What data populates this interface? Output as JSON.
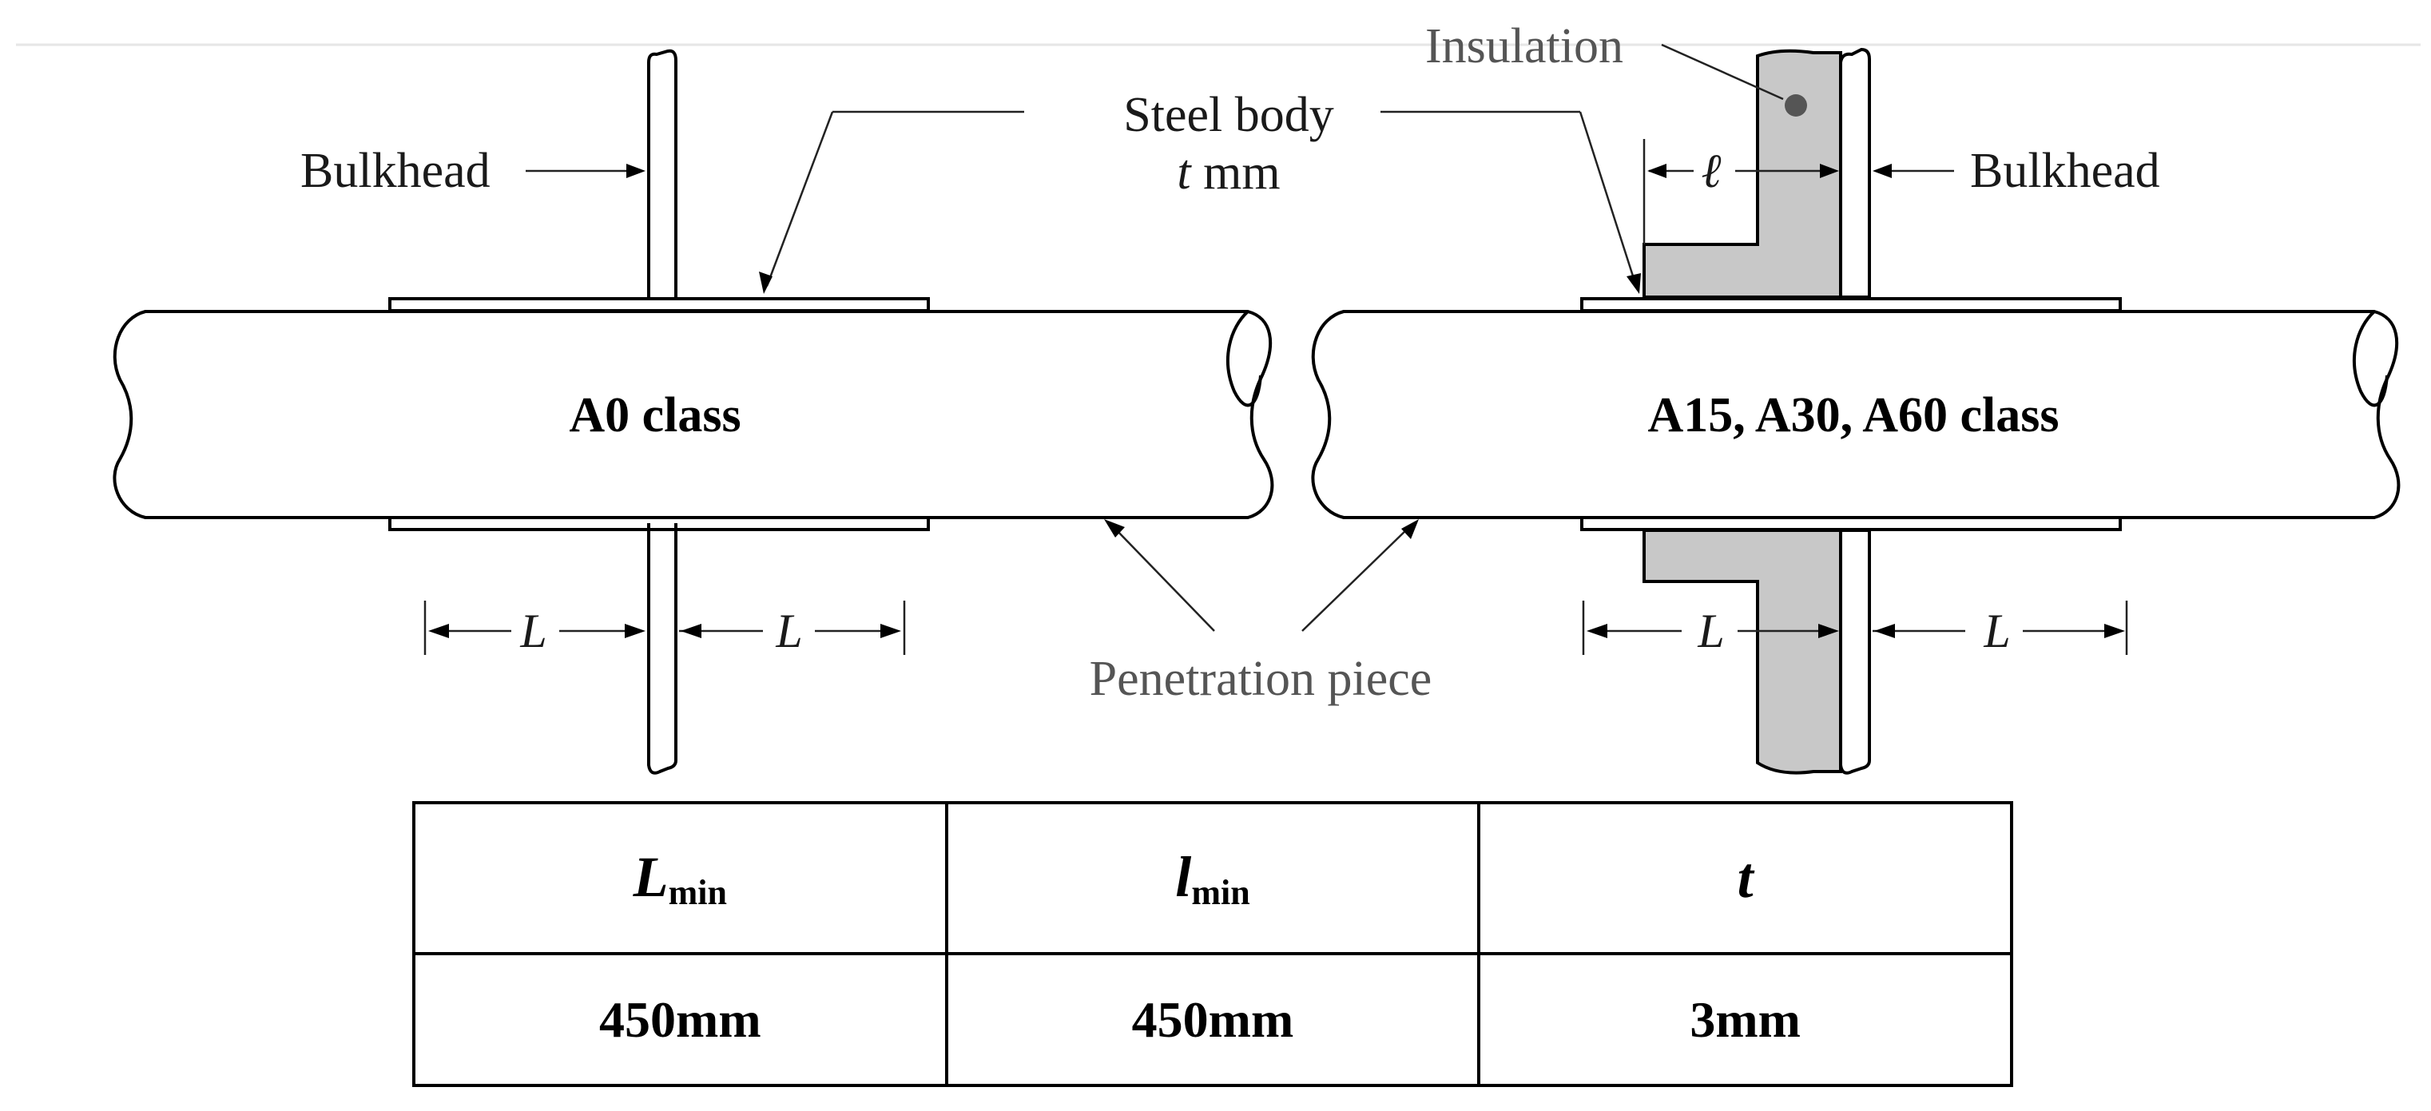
{
  "labels": {
    "bulkhead_left": "Bulkhead",
    "bulkhead_right": "Bulkhead",
    "steel_body_line1": "Steel body",
    "steel_body_t": "t",
    "steel_body_unit": " mm",
    "insulation": "Insulation",
    "penetration_piece": "Penetration piece",
    "pipe_left": "A0 class",
    "pipe_right": "A15, A30, A60 class",
    "dim_L": "L",
    "dim_l": "ℓ"
  },
  "table": {
    "headers": [
      {
        "main": "L",
        "sub": "min"
      },
      {
        "main": "l",
        "sub": "min"
      },
      {
        "main": "t",
        "sub": ""
      }
    ],
    "values": [
      "450mm",
      "450mm",
      "3mm"
    ]
  },
  "colors": {
    "insulation_fill": "#c8c8c8",
    "line": "#000000"
  }
}
